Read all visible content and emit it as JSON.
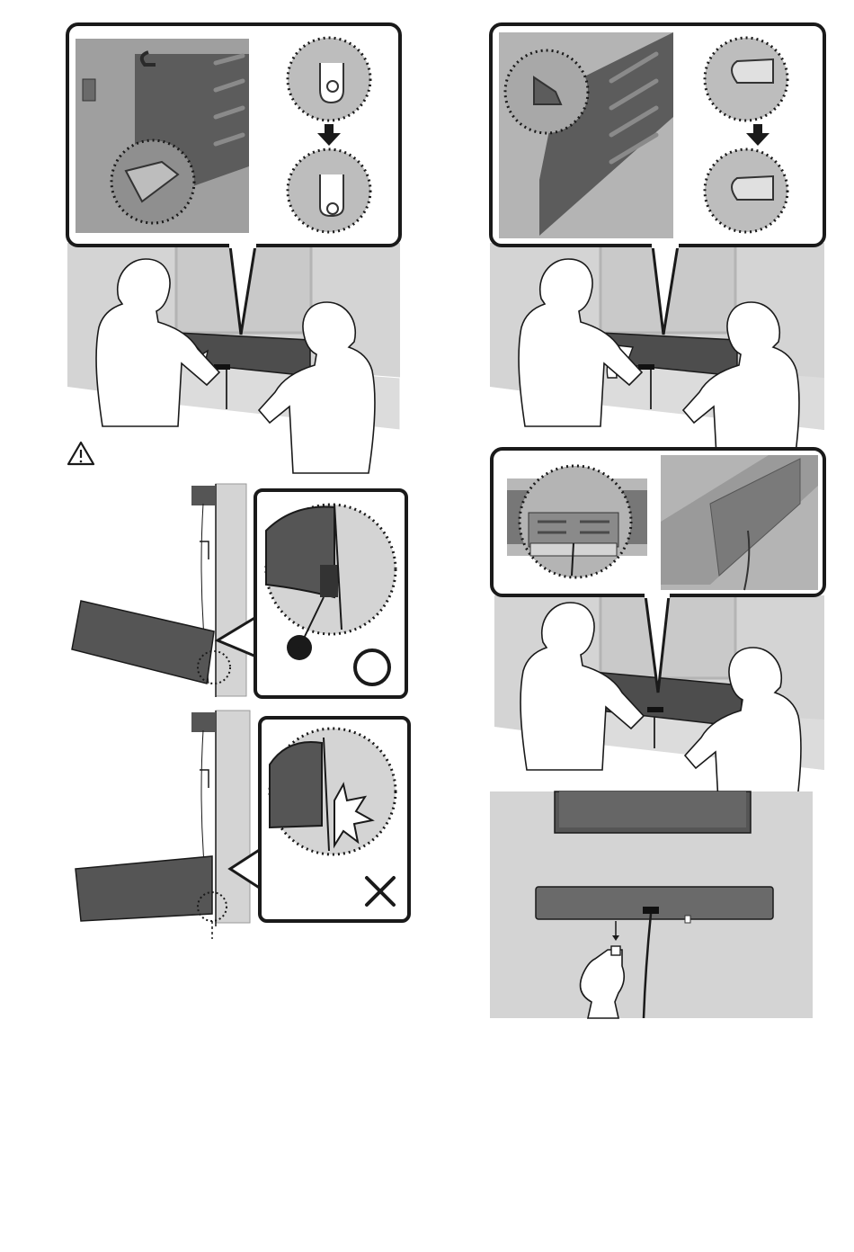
{
  "figures": [
    {
      "id": "step-hook-down",
      "caption": "",
      "arrow": "down"
    },
    {
      "id": "step-hook-up",
      "caption": "",
      "arrow": "up"
    },
    {
      "id": "caution-correct",
      "marker": "O"
    },
    {
      "id": "caution-incorrect",
      "marker": "X"
    },
    {
      "id": "step-cable-route",
      "caption": ""
    },
    {
      "id": "step-plug-in",
      "caption": ""
    }
  ],
  "warning": {
    "icon": "caution-triangle-icon",
    "text": ""
  },
  "colors": {
    "wall": "#d3d3d3",
    "dark": "#555555",
    "mid": "#8a8a8a",
    "outline": "#1a1a1a",
    "callout_bg": "#ffffff"
  }
}
